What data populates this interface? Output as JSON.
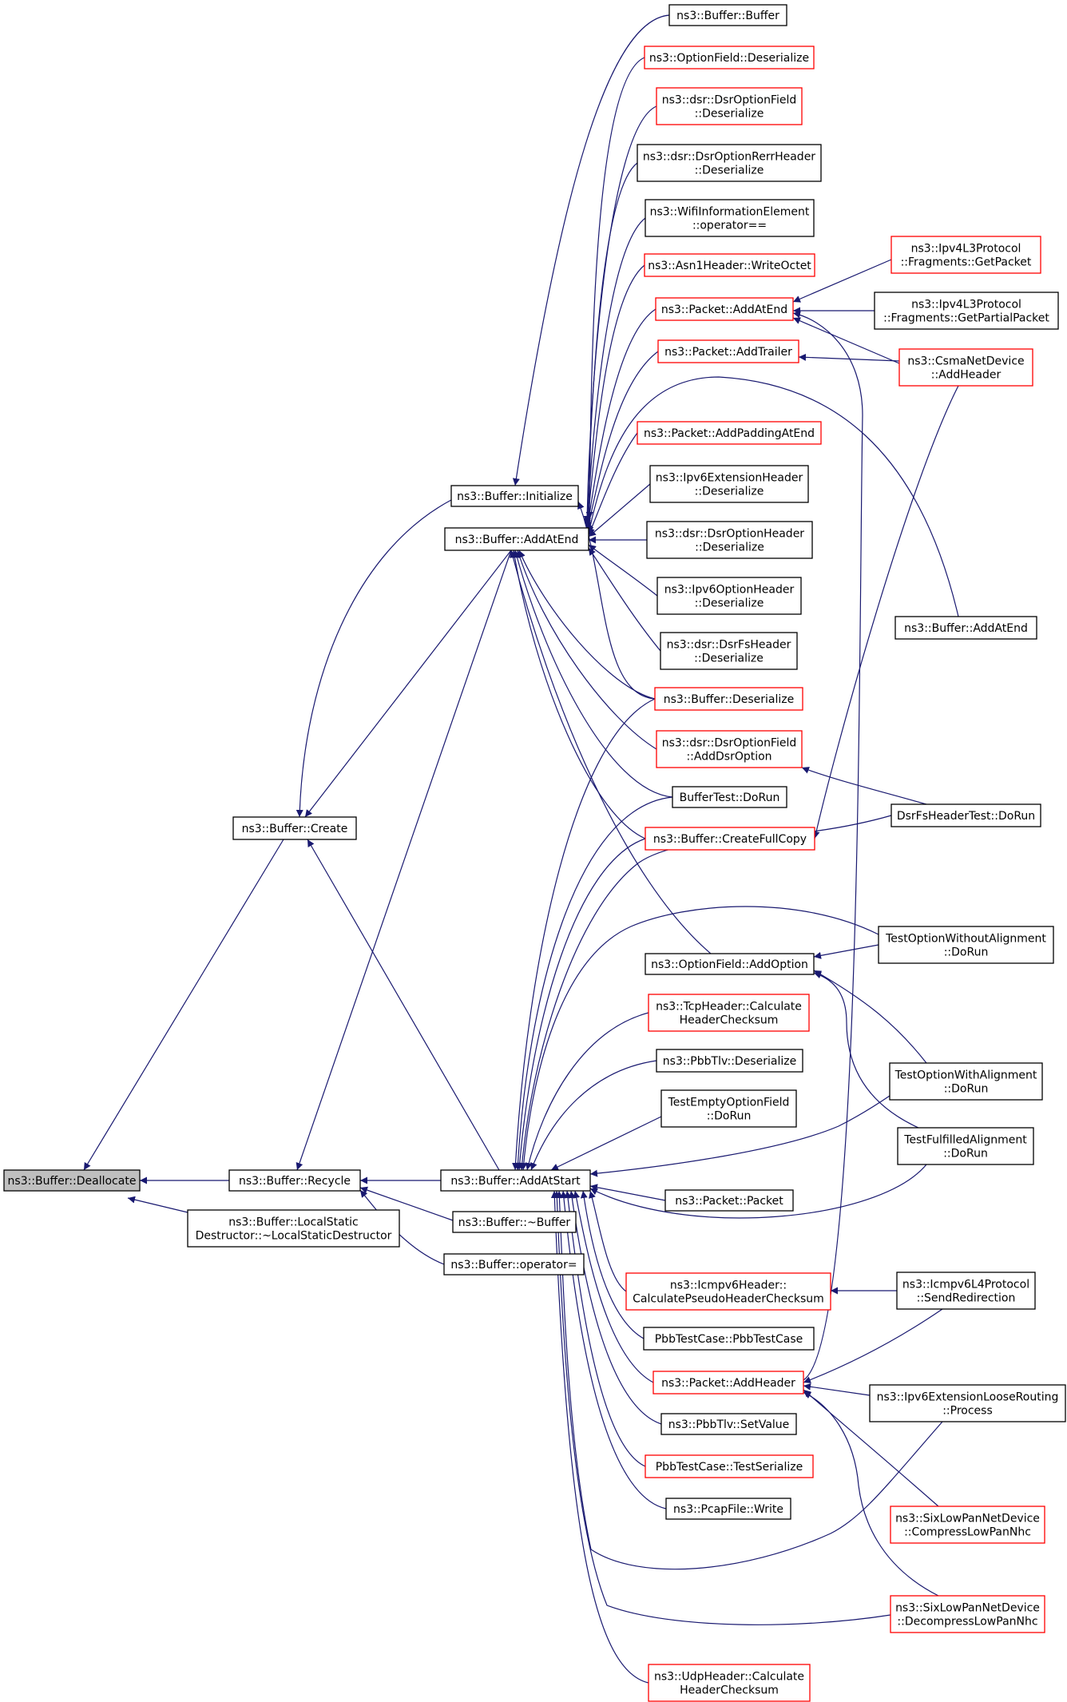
{
  "colors": {
    "edge": "#191970",
    "node_fill": "#ffffff",
    "highlight_fill": "#bfbfbf",
    "border_black": "#000000",
    "border_red": "#ff0000"
  },
  "nodes": {
    "deallocate": {
      "lines": [
        "ns3::Buffer::Deallocate"
      ],
      "border": "highlight"
    },
    "recycle": {
      "lines": [
        "ns3::Buffer::Recycle"
      ],
      "border": "black"
    },
    "localstatic": {
      "lines": [
        "ns3::Buffer::LocalStatic",
        "Destructor::~LocalStaticDestructor"
      ],
      "border": "black"
    },
    "create": {
      "lines": [
        "ns3::Buffer::Create"
      ],
      "border": "black"
    },
    "initialize": {
      "lines": [
        "ns3::Buffer::Initialize"
      ],
      "border": "black"
    },
    "addatend": {
      "lines": [
        "ns3::Buffer::AddAtEnd"
      ],
      "border": "black"
    },
    "addatstart": {
      "lines": [
        "ns3::Buffer::AddAtStart"
      ],
      "border": "black"
    },
    "dtor": {
      "lines": [
        "ns3::Buffer::~Buffer"
      ],
      "border": "black"
    },
    "operatoreq": {
      "lines": [
        "ns3::Buffer::operator="
      ],
      "border": "black"
    },
    "bufferbuffer": {
      "lines": [
        "ns3::Buffer::Buffer"
      ],
      "border": "black"
    },
    "optfield_deser": {
      "lines": [
        "ns3::OptionField::Deserialize"
      ],
      "border": "red"
    },
    "dsroptfield_deser": {
      "lines": [
        "ns3::dsr::DsrOptionField",
        "::Deserialize"
      ],
      "border": "red"
    },
    "dsrrerr_deser": {
      "lines": [
        "ns3::dsr::DsrOptionRerrHeader",
        "::Deserialize"
      ],
      "border": "black"
    },
    "wifiinfo": {
      "lines": [
        "ns3::WifiInformationElement",
        "::operator=="
      ],
      "border": "black"
    },
    "asn1": {
      "lines": [
        "ns3::Asn1Header::WriteOctet"
      ],
      "border": "red"
    },
    "pkt_addatend": {
      "lines": [
        "ns3::Packet::AddAtEnd"
      ],
      "border": "red"
    },
    "pkt_addtrailer": {
      "lines": [
        "ns3::Packet::AddTrailer"
      ],
      "border": "red"
    },
    "pkt_addpadding": {
      "lines": [
        "ns3::Packet::AddPaddingAtEnd"
      ],
      "border": "red"
    },
    "ipv6ext_deser": {
      "lines": [
        "ns3::Ipv6ExtensionHeader",
        "::Deserialize"
      ],
      "border": "black"
    },
    "dsropthdr_deser": {
      "lines": [
        "ns3::dsr::DsrOptionHeader",
        "::Deserialize"
      ],
      "border": "black"
    },
    "ipv6opt_deser": {
      "lines": [
        "ns3::Ipv6OptionHeader",
        "::Deserialize"
      ],
      "border": "black"
    },
    "dsrfs_deser": {
      "lines": [
        "ns3::dsr::DsrFsHeader",
        "::Deserialize"
      ],
      "border": "black"
    },
    "buf_deser": {
      "lines": [
        "ns3::Buffer::Deserialize"
      ],
      "border": "red"
    },
    "dsroptfield_add": {
      "lines": [
        "ns3::dsr::DsrOptionField",
        "::AddDsrOption"
      ],
      "border": "red"
    },
    "buffertest": {
      "lines": [
        "BufferTest::DoRun"
      ],
      "border": "black"
    },
    "createfullcopy": {
      "lines": [
        "ns3::Buffer::CreateFullCopy"
      ],
      "border": "red"
    },
    "optfield_addopt": {
      "lines": [
        "ns3::OptionField::AddOption"
      ],
      "border": "black"
    },
    "tcp_checksum": {
      "lines": [
        "ns3::TcpHeader::Calculate",
        "HeaderChecksum"
      ],
      "border": "red"
    },
    "pbbtlv_deser": {
      "lines": [
        "ns3::PbbTlv::Deserialize"
      ],
      "border": "black"
    },
    "testemptyopt": {
      "lines": [
        "TestEmptyOptionField",
        "::DoRun"
      ],
      "border": "black"
    },
    "packet_packet": {
      "lines": [
        "ns3::Packet::Packet"
      ],
      "border": "black"
    },
    "icmpv6_pseudo": {
      "lines": [
        "ns3::Icmpv6Header::",
        "CalculatePseudoHeaderChecksum"
      ],
      "border": "red"
    },
    "pbbtestcase": {
      "lines": [
        "PbbTestCase::PbbTestCase"
      ],
      "border": "black"
    },
    "pkt_addheader": {
      "lines": [
        "ns3::Packet::AddHeader"
      ],
      "border": "red"
    },
    "pbbtlv_setvalue": {
      "lines": [
        "ns3::PbbTlv::SetValue"
      ],
      "border": "black"
    },
    "pbb_testserialize": {
      "lines": [
        "PbbTestCase::TestSerialize"
      ],
      "border": "red"
    },
    "pcapfile_write": {
      "lines": [
        "ns3::PcapFile::Write"
      ],
      "border": "black"
    },
    "udp_checksum": {
      "lines": [
        "ns3::UdpHeader::Calculate",
        "HeaderChecksum"
      ],
      "border": "red"
    },
    "frag_getpacket": {
      "lines": [
        "ns3::Ipv4L3Protocol",
        "::Fragments::GetPacket"
      ],
      "border": "red"
    },
    "frag_getpartial": {
      "lines": [
        "ns3::Ipv4L3Protocol",
        "::Fragments::GetPartialPacket"
      ],
      "border": "black"
    },
    "csma_addheader": {
      "lines": [
        "ns3::CsmaNetDevice",
        "::AddHeader"
      ],
      "border": "red"
    },
    "buf_addatend2": {
      "lines": [
        "ns3::Buffer::AddAtEnd"
      ],
      "border": "black"
    },
    "dsrfstest": {
      "lines": [
        "DsrFsHeaderTest::DoRun"
      ],
      "border": "black"
    },
    "test_without": {
      "lines": [
        "TestOptionWithoutAlignment",
        "::DoRun"
      ],
      "border": "black"
    },
    "test_with": {
      "lines": [
        "TestOptionWithAlignment",
        "::DoRun"
      ],
      "border": "black"
    },
    "test_fulfilled": {
      "lines": [
        "TestFulfilledAlignment",
        "::DoRun"
      ],
      "border": "black"
    },
    "icmpv6l4_redirect": {
      "lines": [
        "ns3::Icmpv6L4Protocol",
        "::SendRedirection"
      ],
      "border": "black"
    },
    "ipv6ext_loose": {
      "lines": [
        "ns3::Ipv6ExtensionLooseRouting",
        "::Process"
      ],
      "border": "black"
    },
    "sixlowpan_compress": {
      "lines": [
        "ns3::SixLowPanNetDevice",
        "::CompressLowPanNhc"
      ],
      "border": "red"
    },
    "sixlowpan_decompress": {
      "lines": [
        "ns3::SixLowPanNetDevice",
        "::DecompressLowPanNhc"
      ],
      "border": "red"
    }
  }
}
